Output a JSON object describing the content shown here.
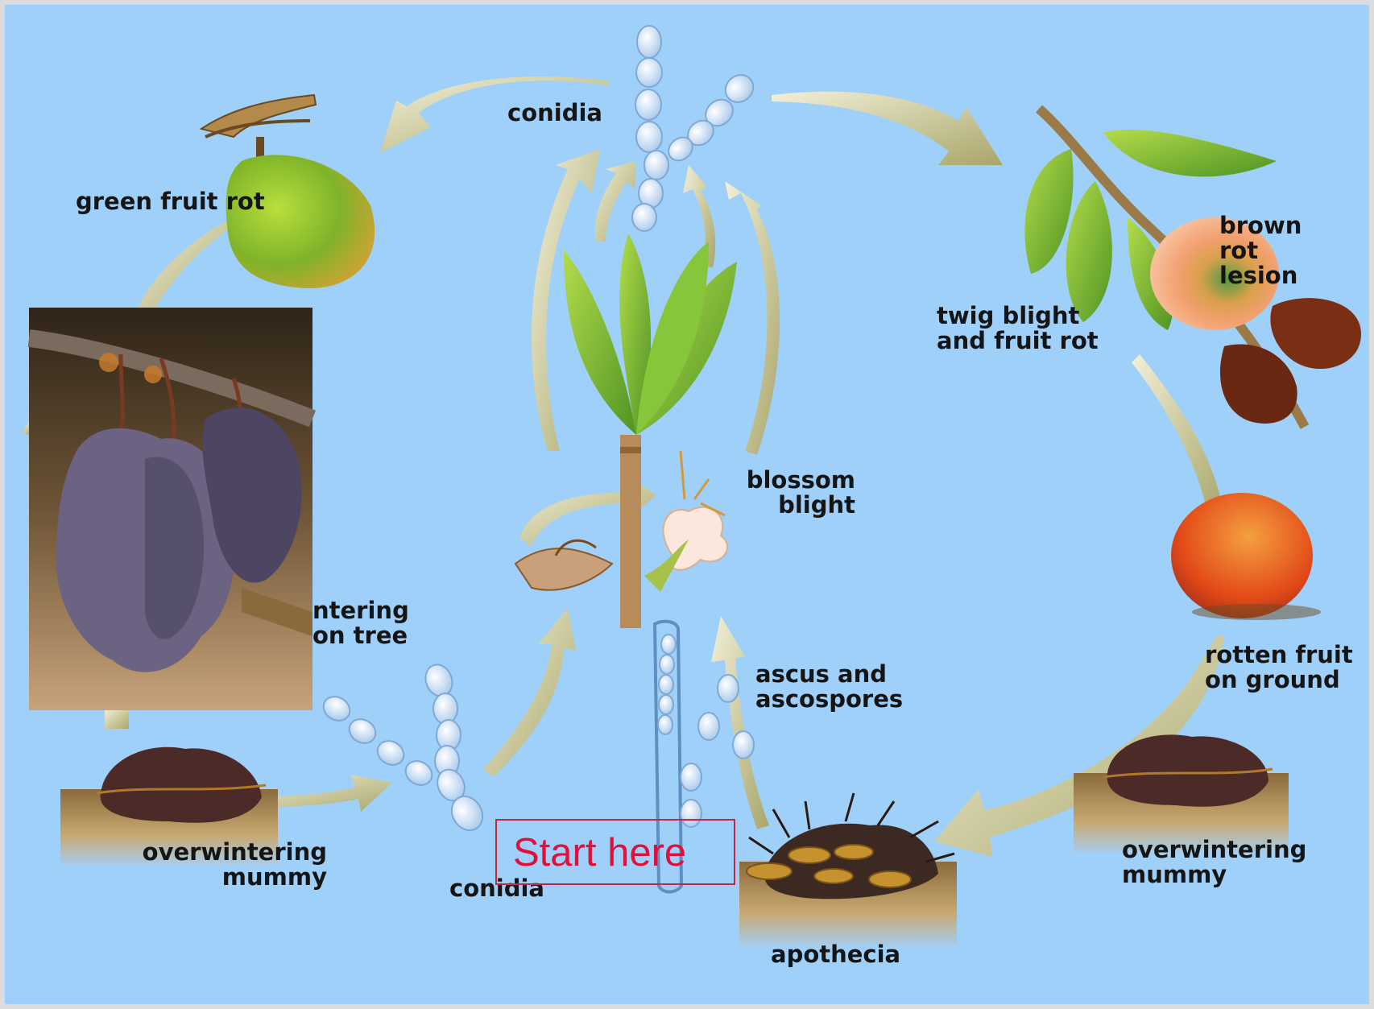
{
  "diagram": {
    "labels": {
      "conidia_top": "conidia",
      "green_fruit_rot": "green fruit rot",
      "twig_blight": "twig blight\nand fruit rot",
      "brown_rot_lesion": "brown\nrot\nlesion",
      "blossom_blight": "blossom\nblight",
      "overwintering_on_tree": "ntering\non tree",
      "ascus_ascospores": "ascus and\nascospores",
      "rotten_fruit": "rotten fruit\non ground",
      "mummy_left": "overwintering\nmummy",
      "mummy_right": "overwintering\nmummy",
      "conidia_bottom": "conidia",
      "apothecia": "apothecia"
    },
    "start_label": "Start here"
  },
  "colors": {
    "background": "#9fd0fa",
    "arrow": "#d7d6ad",
    "start_box": "#cc2440"
  }
}
